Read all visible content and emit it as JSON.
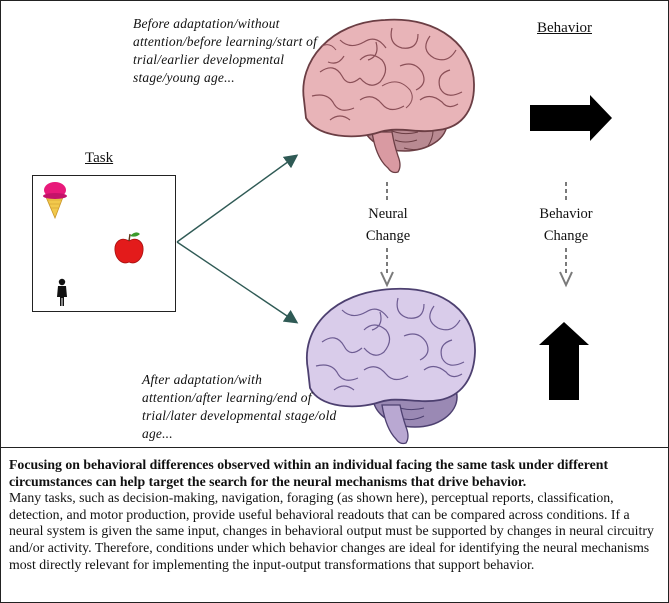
{
  "diagram": {
    "note_before": "Before adaptation/without attention/before learning/start of trial/earlier developmental stage/young age...",
    "note_after": "After adaptation/with attention/after learning/end of trial/later developmental stage/old age...",
    "task_heading": "Task",
    "behavior_heading": "Behavior",
    "neural_change_line1": "Neural",
    "neural_change_line2": "Change",
    "behavior_change_line1": "Behavior",
    "behavior_change_line2": "Change",
    "colors": {
      "brain_before": "#e8b4b8",
      "brain_before_outline": "#6b3e44",
      "brain_after": "#d9ccea",
      "brain_after_outline": "#4d4070",
      "arrow_teal": "#2f5a55",
      "dashed_arrow": "#7a7a7a",
      "behavior_arrow": "#000000"
    }
  },
  "caption": {
    "bold": "Focusing on behavioral differences observed within an individual facing the same task under different circumstances can help target the search for the neural mechanisms that drive behavior.",
    "body": "Many tasks, such as decision-making, navigation, foraging (as shown here), perceptual reports, classification, detection, and motor production, provide useful behavioral readouts that can be compared across conditions. If a neural system is given the same input, changes in behavioral output must be supported by changes in neural circuitry and/or activity. Therefore, conditions under which behavior changes are ideal for identifying the neural mechanisms most directly relevant for implementing the input-output transformations that support behavior."
  }
}
